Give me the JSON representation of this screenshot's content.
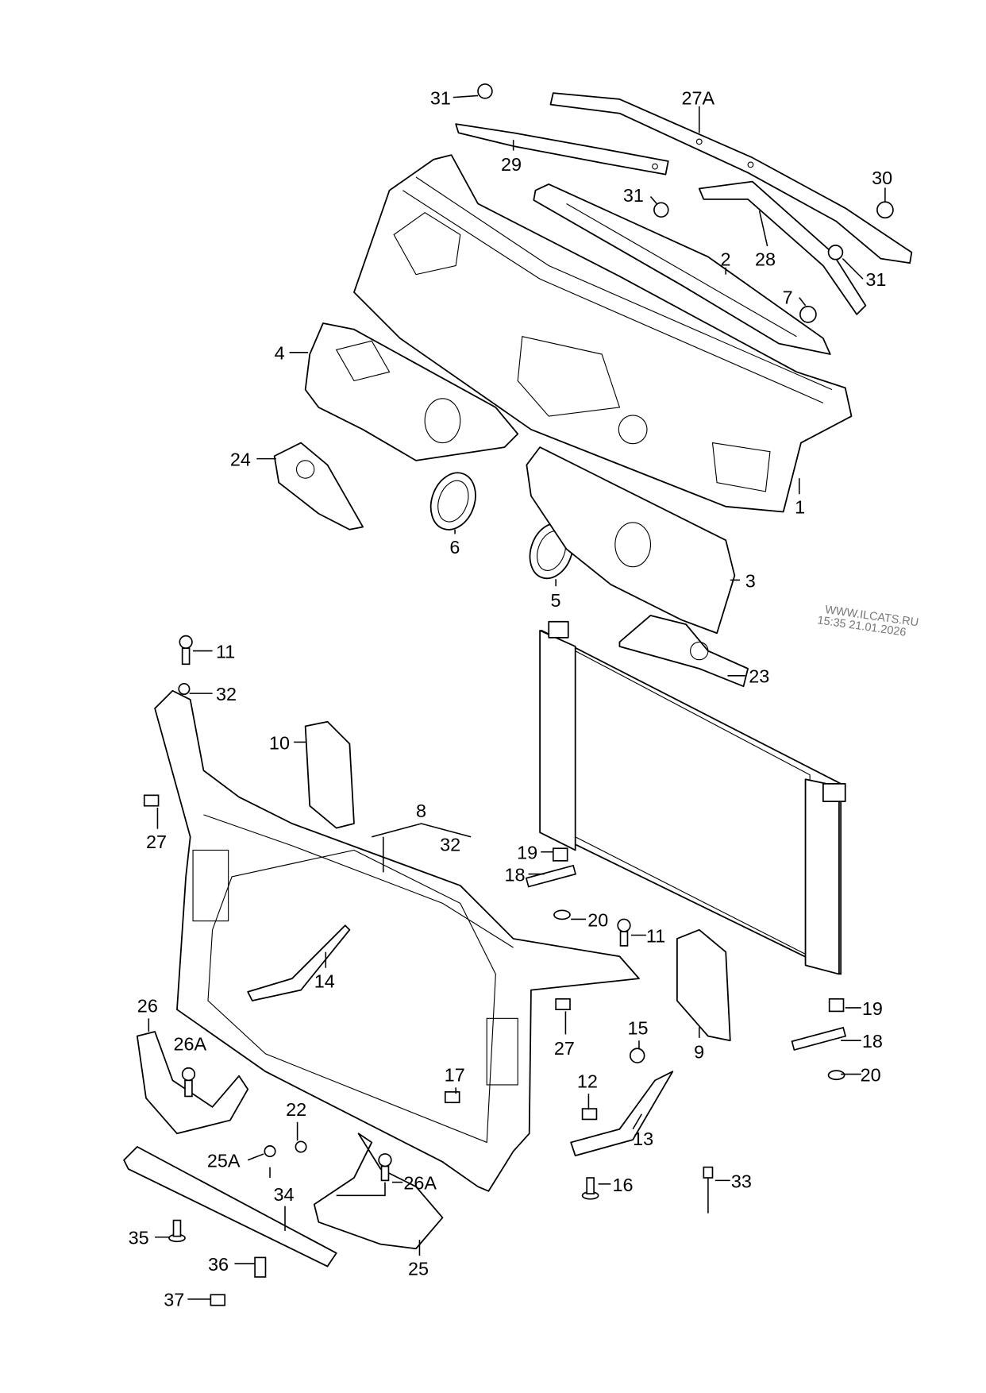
{
  "diagram": {
    "callouts": [
      "31",
      "27A",
      "29",
      "31",
      "30",
      "28",
      "2",
      "31",
      "7",
      "4",
      "1",
      "24",
      "6",
      "3",
      "5",
      "23",
      "11",
      "32",
      "10",
      "8",
      "32",
      "27",
      "19",
      "18",
      "20",
      "11",
      "14",
      "26",
      "26A",
      "27",
      "15",
      "9",
      "19",
      "18",
      "20",
      "17",
      "12",
      "22",
      "13",
      "25A",
      "26A",
      "16",
      "33",
      "34",
      "35",
      "36",
      "25",
      "37"
    ],
    "watermark": {
      "line1": "WWW.ILCATS.RU",
      "line2": "15:35 21.01.2026"
    }
  }
}
